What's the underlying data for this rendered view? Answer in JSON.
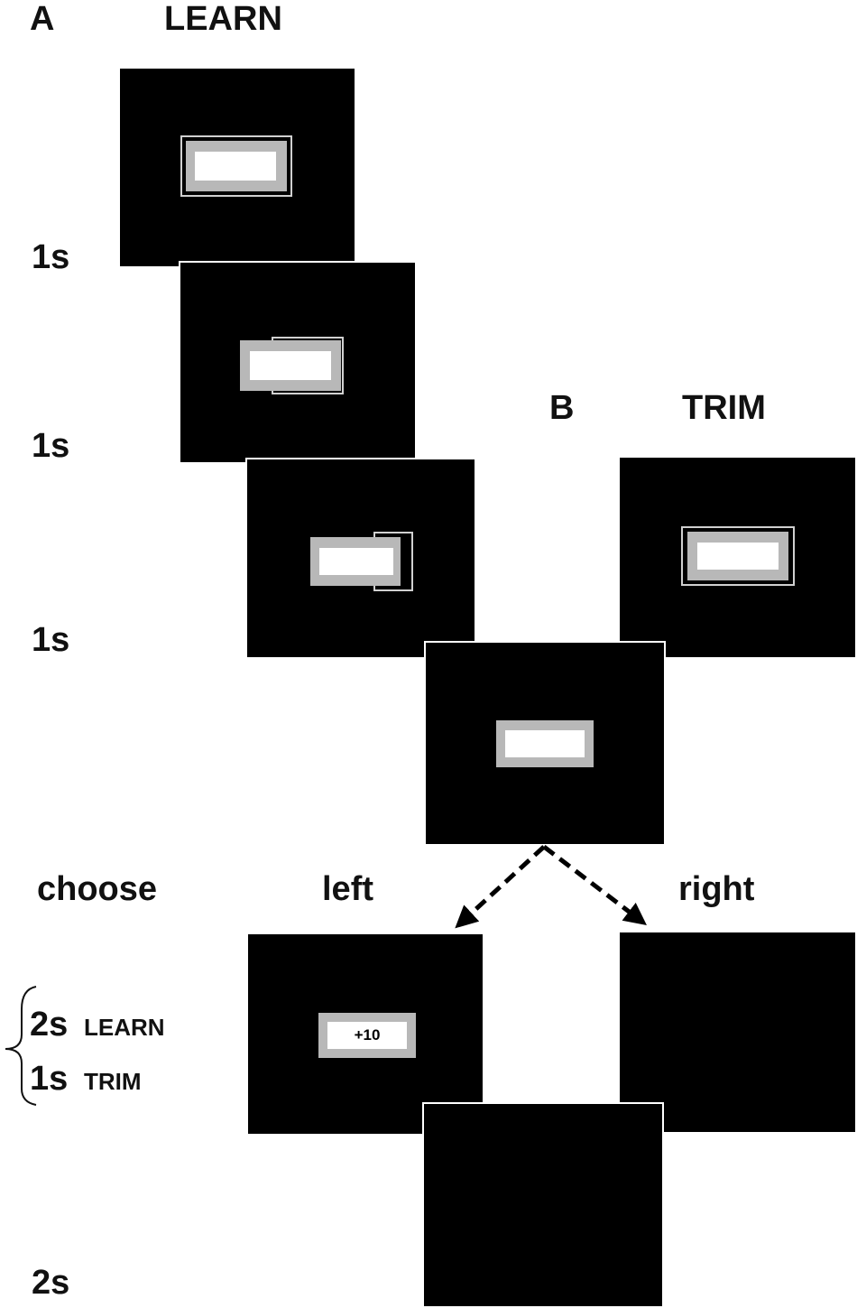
{
  "labels": {
    "panel_a_letter": "A",
    "panel_a_title": "LEARN",
    "panel_b_letter": "B",
    "panel_b_title": "TRIM",
    "t1": "1s",
    "t2": "1s",
    "t3": "1s",
    "choose": "choose",
    "left": "left",
    "right": "right",
    "feedback_learn_time": "2s",
    "feedback_learn_word": "LEARN",
    "feedback_trim_time": "1s",
    "feedback_trim_word": "TRIM",
    "final_time": "2s"
  },
  "feedback": {
    "value": "+10"
  },
  "colors": {
    "background": "#ffffff",
    "screen": "#000000",
    "outline_frame": "#d0d0d0",
    "bar_fill": "#b8b8b8",
    "inner_rect": "#ffffff",
    "arrow": "#000000"
  }
}
